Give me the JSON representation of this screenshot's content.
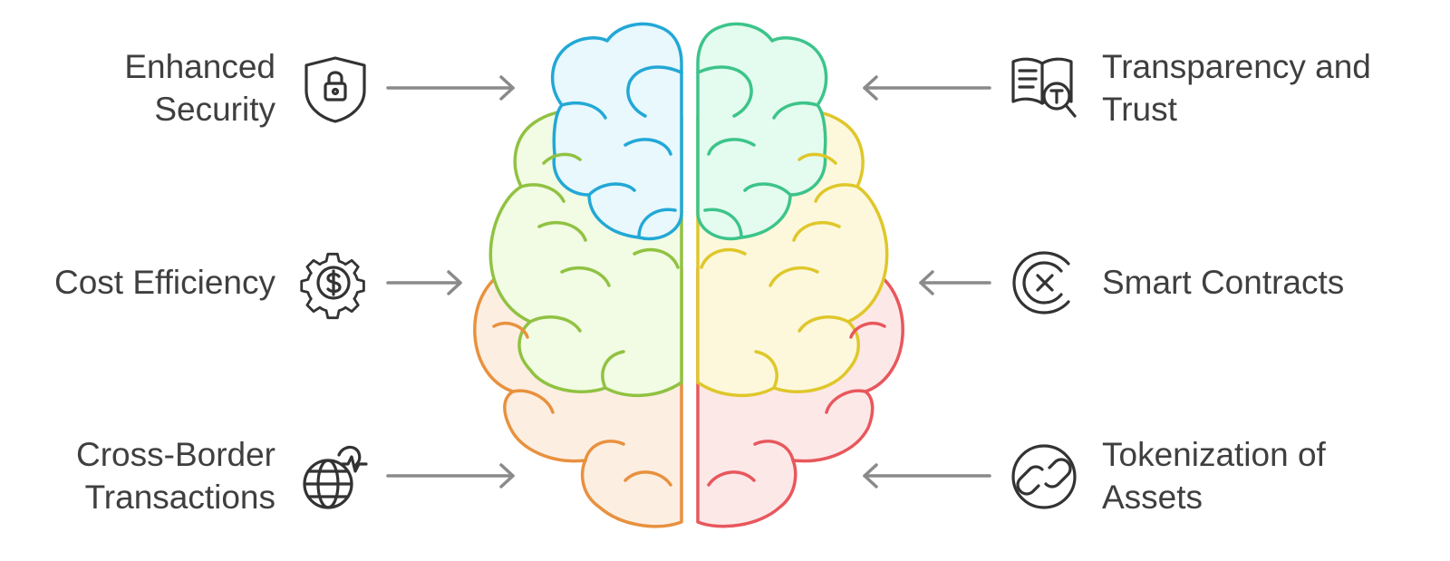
{
  "diagram": {
    "left_items": [
      {
        "lines": [
          "Enhanced",
          "Security"
        ],
        "icon": "shield-lock-icon"
      },
      {
        "lines": [
          "Cost Efficiency"
        ],
        "icon": "gear-dollar-icon"
      },
      {
        "lines": [
          "Cross-Border",
          "Transactions"
        ],
        "icon": "globe-heartbeat-icon"
      }
    ],
    "right_items": [
      {
        "lines": [
          "Transparency and",
          "Trust"
        ],
        "icon": "book-search-icon"
      },
      {
        "lines": [
          "Smart Contracts"
        ],
        "icon": "contract-x-icon"
      },
      {
        "lines": [
          "Tokenization of",
          "Assets"
        ],
        "icon": "chain-link-icon"
      }
    ]
  },
  "colors": {
    "text": "#3f3f3f",
    "arrow": "#8a8a8a",
    "icon": "#333333",
    "blue_stroke": "#22a8d6",
    "blue_fill": "#e8f8fd",
    "green_stroke": "#3cc48a",
    "green_fill": "#e4fbef",
    "lime_stroke": "#90c242",
    "lime_fill": "#f2fbe3",
    "yellow_stroke": "#dfc72a",
    "yellow_fill": "#fdf8dc",
    "orange_stroke": "#e8913e",
    "orange_fill": "#fdeee2",
    "red_stroke": "#e8575c",
    "red_fill": "#fde8e8"
  }
}
